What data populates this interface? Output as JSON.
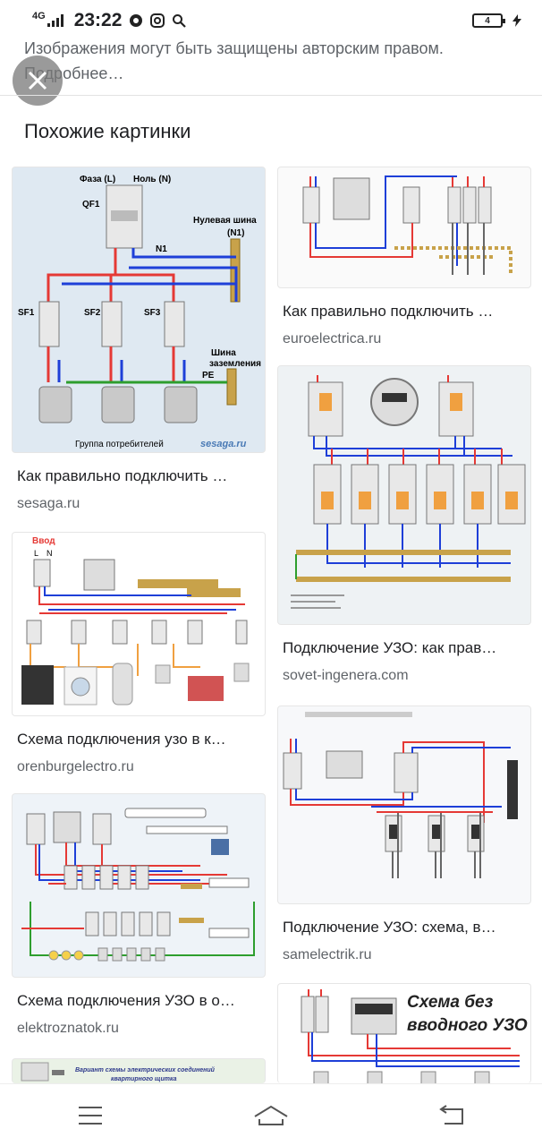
{
  "status_bar": {
    "network": "4G",
    "time": "23:22",
    "battery": "4"
  },
  "notice": {
    "text": "Изображения могут быть защищены авторским правом. Подробнее…"
  },
  "section": {
    "title": "Похожие картинки"
  },
  "results": [
    {
      "title": "Как правильно подключить …",
      "source": "sesaga.ru"
    },
    {
      "title": "Как правильно подключить …",
      "source": "euroelectrica.ru"
    },
    {
      "title": "Схема подключения узо в к…",
      "source": "orenburgelectro.ru"
    },
    {
      "title": "Подключение УЗО: как прав…",
      "source": "sovet-ingenera.com"
    },
    {
      "title": "Схема подключения УЗО в о…",
      "source": "elektroznatok.ru"
    },
    {
      "title": "Подключение УЗО: схема, в…",
      "source": "samelectrik.ru"
    }
  ],
  "thumb_labels": {
    "sesaga": {
      "phase": "Фаза (L)",
      "neutral": "Ноль (N)",
      "qf1": "QF1",
      "bus_title": "Нулевая шина",
      "bus_n1": "(N1)",
      "n1": "N1",
      "sf1": "SF1",
      "sf2": "SF2",
      "sf3": "SF3",
      "ground_bus": "Шина",
      "ground_bus2": "заземления",
      "pe": "PE",
      "consumers": "Группа потребителей",
      "watermark": "sesaga.ru"
    },
    "orenburg": {
      "input": "Ввод",
      "l": "L",
      "n": "N"
    },
    "extra1": {
      "line1": "Схема без",
      "line2": "вводного УЗО"
    },
    "extra2": {
      "line1": "Вариант схемы электрических соединений",
      "line2": "квартирного щитка"
    }
  },
  "icons": {
    "close": "close-icon",
    "menu": "menu-icon",
    "home": "home-icon",
    "back": "back-icon"
  }
}
